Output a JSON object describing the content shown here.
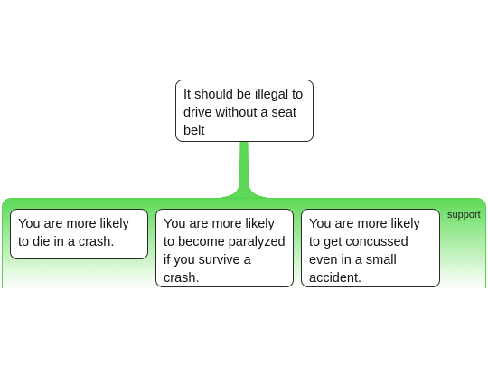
{
  "claim": {
    "text": "It should be illegal to drive without a seat belt"
  },
  "support": {
    "label": "support",
    "reasons": [
      "You are more likely to die in a crash.",
      "You are more likely to become paralyzed if you survive a crash.",
      "You are more likely to get concussed even in a small accident."
    ]
  },
  "colors": {
    "support_band": "#5ed957",
    "connector": "#5ed957",
    "node_border": "#2b2b2b"
  }
}
